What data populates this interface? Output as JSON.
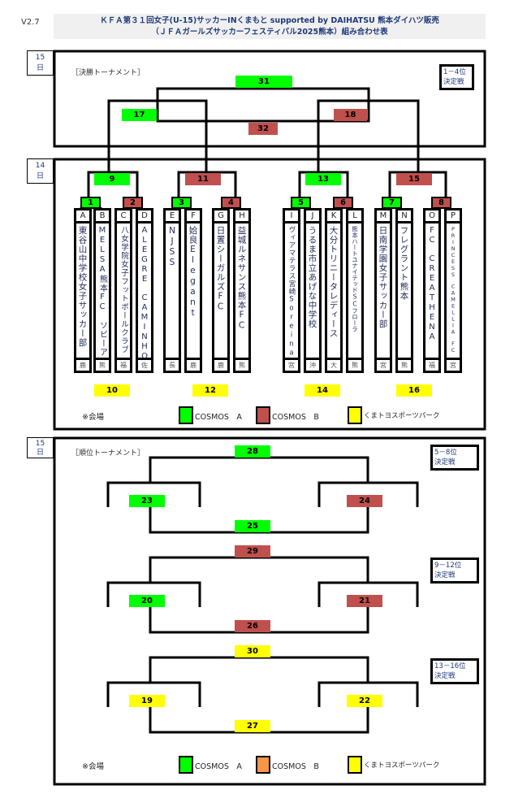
{
  "header": {
    "version": "V2.7",
    "title_line1": "ＫＦＡ第３１回女子(U-15)サッカーINくまもと  supported by DAIHATSU 熊本ダイハツ販売",
    "title_line2": "（ＪＦＡガールズサッカーフェスティバル2025熊本）組み合わせ表"
  },
  "colors": {
    "cosmos_a": "#00ff00",
    "cosmos_b": "#c0504d",
    "cosmos_b_alt": "#f79646",
    "kumatoyo": "#ffff00"
  },
  "final_section": {
    "day_num": "15",
    "day_unit": "日",
    "label": "［決勝トーナメント］",
    "rank_line1": "1－4位",
    "rank_line2": "決定戦"
  },
  "group_section": {
    "day_num": "14",
    "day_unit": "日"
  },
  "ranking_section": {
    "day_num": "15",
    "day_unit": "日",
    "label": "［順位トーナメント］",
    "ranks": [
      {
        "line1": "5－8位",
        "line2": "決定戦"
      },
      {
        "line1": "9－12位",
        "line2": "決定戦"
      },
      {
        "line1": "13－16位",
        "line2": "決定戦"
      }
    ]
  },
  "matches": {
    "1": {
      "label": "1",
      "venue": "cosmos_a"
    },
    "2": {
      "label": "2",
      "venue": "cosmos_b"
    },
    "3": {
      "label": "3",
      "venue": "cosmos_a"
    },
    "4": {
      "label": "4",
      "venue": "cosmos_b"
    },
    "5": {
      "label": "5",
      "venue": "cosmos_a"
    },
    "6": {
      "label": "6",
      "venue": "cosmos_b"
    },
    "7": {
      "label": "7",
      "venue": "cosmos_a"
    },
    "8": {
      "label": "8",
      "venue": "cosmos_b"
    },
    "9": {
      "label": "9",
      "venue": "cosmos_a"
    },
    "10": {
      "label": "10",
      "venue": "kumatoyo"
    },
    "11": {
      "label": "11",
      "venue": "cosmos_b"
    },
    "12": {
      "label": "12",
      "venue": "kumatoyo"
    },
    "13": {
      "label": "13",
      "venue": "cosmos_a"
    },
    "14": {
      "label": "14",
      "venue": "kumatoyo"
    },
    "15": {
      "label": "15",
      "venue": "cosmos_b"
    },
    "16": {
      "label": "16",
      "venue": "kumatoyo"
    },
    "17": {
      "label": "17",
      "venue": "cosmos_a"
    },
    "18": {
      "label": "18",
      "venue": "cosmos_b"
    },
    "19": {
      "label": "19",
      "venue": "kumatoyo"
    },
    "20": {
      "label": "20",
      "venue": "cosmos_a"
    },
    "21": {
      "label": "21",
      "venue": "cosmos_b"
    },
    "22": {
      "label": "22",
      "venue": "kumatoyo"
    },
    "23": {
      "label": "23",
      "venue": "cosmos_a"
    },
    "24": {
      "label": "24",
      "venue": "cosmos_b"
    },
    "25": {
      "label": "25",
      "venue": "cosmos_a"
    },
    "26": {
      "label": "26",
      "venue": "cosmos_b"
    },
    "27": {
      "label": "27",
      "venue": "kumatoyo"
    },
    "28": {
      "label": "28",
      "venue": "cosmos_a"
    },
    "29": {
      "label": "29",
      "venue": "cosmos_b"
    },
    "30": {
      "label": "30",
      "venue": "kumatoyo"
    },
    "31": {
      "label": "31",
      "venue": "cosmos_a"
    },
    "32": {
      "label": "32",
      "venue": "cosmos_b"
    }
  },
  "teams": [
    {
      "slot": "A",
      "name": "東谷山中学校女子サッカー部",
      "pref": "鹿"
    },
    {
      "slot": "B",
      "name": "MELSA熊本FC　ソビーア",
      "pref": "熊"
    },
    {
      "slot": "C",
      "name": "八女学院女子フットボールクラブ",
      "pref": "福"
    },
    {
      "slot": "D",
      "name": "ALEGRE　CAMINHO",
      "pref": "佐"
    },
    {
      "slot": "E",
      "name": "NJSS",
      "pref": "長"
    },
    {
      "slot": "F",
      "name": "姶良Elegant",
      "pref": "鹿"
    },
    {
      "slot": "G",
      "name": "日置シーガルズFC",
      "pref": "鹿"
    },
    {
      "slot": "H",
      "name": "益城ルネサンス熊本FC",
      "pref": "熊"
    },
    {
      "slot": "I",
      "name": "ヴィアマテラス宮崎Soreina",
      "pref": "宮"
    },
    {
      "slot": "J",
      "name": "うるま市立あげな中学校",
      "pref": "沖"
    },
    {
      "slot": "K",
      "name": "大分トリニータレディース",
      "pref": "大"
    },
    {
      "slot": "L",
      "name": "熊本ハートユナイテッドSCフローラ",
      "pref": "熊"
    },
    {
      "slot": "M",
      "name": "日南学園女子サッカー部",
      "pref": "宮"
    },
    {
      "slot": "N",
      "name": "フレグラント熊本",
      "pref": "熊"
    },
    {
      "slot": "O",
      "name": "FC　CREATHENA",
      "pref": "福"
    },
    {
      "slot": "P",
      "name": "PRINCESS　CAMELLIA　FC",
      "pref": "宮"
    }
  ],
  "legend_top": {
    "note": "※会場",
    "items": [
      {
        "label": "COSMOS　A",
        "color": "#00ff00"
      },
      {
        "label": "COSMOS　B",
        "color": "#c0504d"
      },
      {
        "label": "くまトヨスポーツパーク",
        "color": "#ffff00"
      }
    ]
  },
  "legend_bottom": {
    "note": "※会場",
    "items": [
      {
        "label": "COSMOS　A",
        "color": "#00ff00"
      },
      {
        "label": "COSMOS　B",
        "color": "#f79646"
      },
      {
        "label": "くまトヨスポーツパーク",
        "color": "#ffff00"
      }
    ]
  }
}
